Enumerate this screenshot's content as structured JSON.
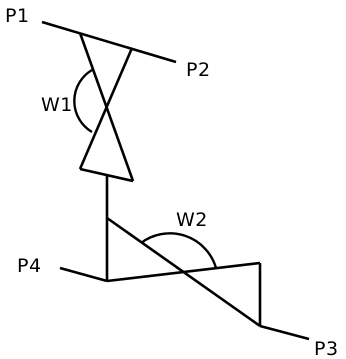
{
  "labels": {
    "p1": "P1",
    "p2": "P2",
    "p3": "P3",
    "p4": "P4",
    "w1": "W1",
    "w2": "W2"
  },
  "colors": {
    "stroke": "#000000",
    "background": "#ffffff"
  }
}
